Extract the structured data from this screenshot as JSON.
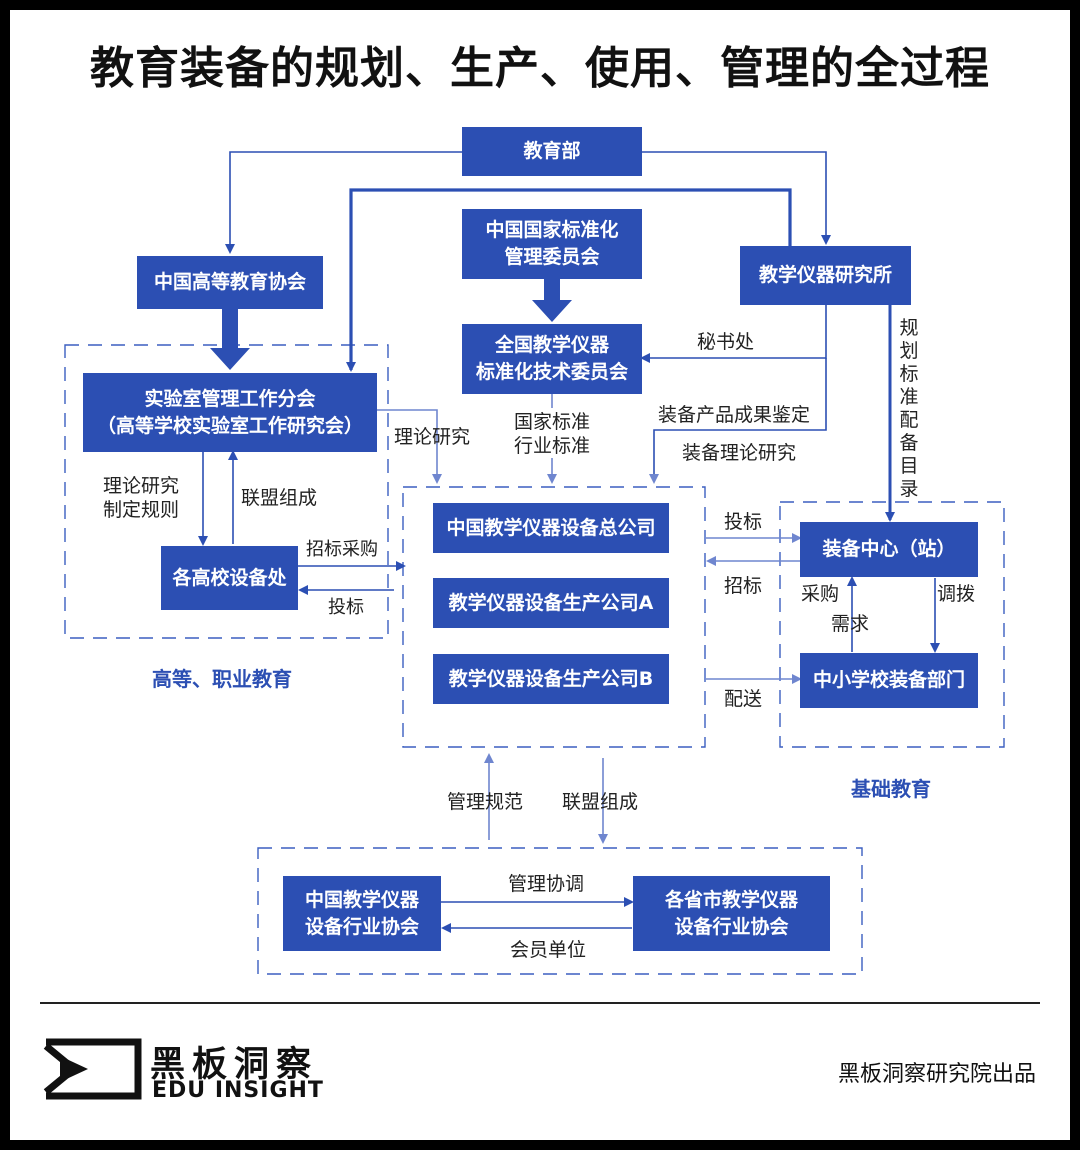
{
  "title": "教育装备的规划、生产、使用、管理的全过程",
  "nodes": {
    "moe": "教育部",
    "higher_assoc": "中国高等教育协会",
    "std_committee": "中国国家标准化\n管理委员会",
    "instrument_institute": "教学仪器研究所",
    "tech_committee": "全国教学仪器\n标准化技术委员会",
    "lab_branch": "实验室管理工作分会\n（高等学校实验室工作研究会）",
    "univ_office": "各高校设备处",
    "general_company": "中国教学仪器设备总公司",
    "company_a": "教学仪器设备生产公司A",
    "company_b": "教学仪器设备生产公司B",
    "equipment_center": "装备中心（站）",
    "school_dept": "中小学校装备部门",
    "china_assoc": "中国教学仪器\n设备行业协会",
    "provincial_assoc": "各省市教学仪器\n设备行业协会"
  },
  "edge_labels": {
    "secretariat": "秘书处",
    "product_appraisal": "装备产品成果鉴定",
    "national_standards": "国家标准\n行业标准",
    "equipment_theory": "装备理论研究",
    "planning_catalog": "规划标准配备目录",
    "theory_research": "理论研究",
    "theory_rules": "理论研究\n制定规则",
    "alliance_univ": "联盟组成",
    "tender_purchase": "招标采购",
    "bid_univ": "投标",
    "bid_center": "投标",
    "tender_center": "招标",
    "procure": "采购",
    "demand": "需求",
    "allocate": "调拨",
    "deliver": "配送",
    "mgmt_norms": "管理规范",
    "alliance_assoc": "联盟组成",
    "mgmt_coord": "管理协调",
    "member_unit": "会员单位"
  },
  "groups": {
    "higher_vocational": "高等、职业教育",
    "basic_education": "基础教育"
  },
  "footer": {
    "brand_cn": "黑板洞察",
    "brand_en": "EDU INSIGHT",
    "credit": "黑板洞察研究院出品"
  },
  "colors": {
    "box": "#2c4fb3",
    "line": "#2c4fb3",
    "dash": "#3b5fc0",
    "group_label": "#2c4fb3"
  }
}
